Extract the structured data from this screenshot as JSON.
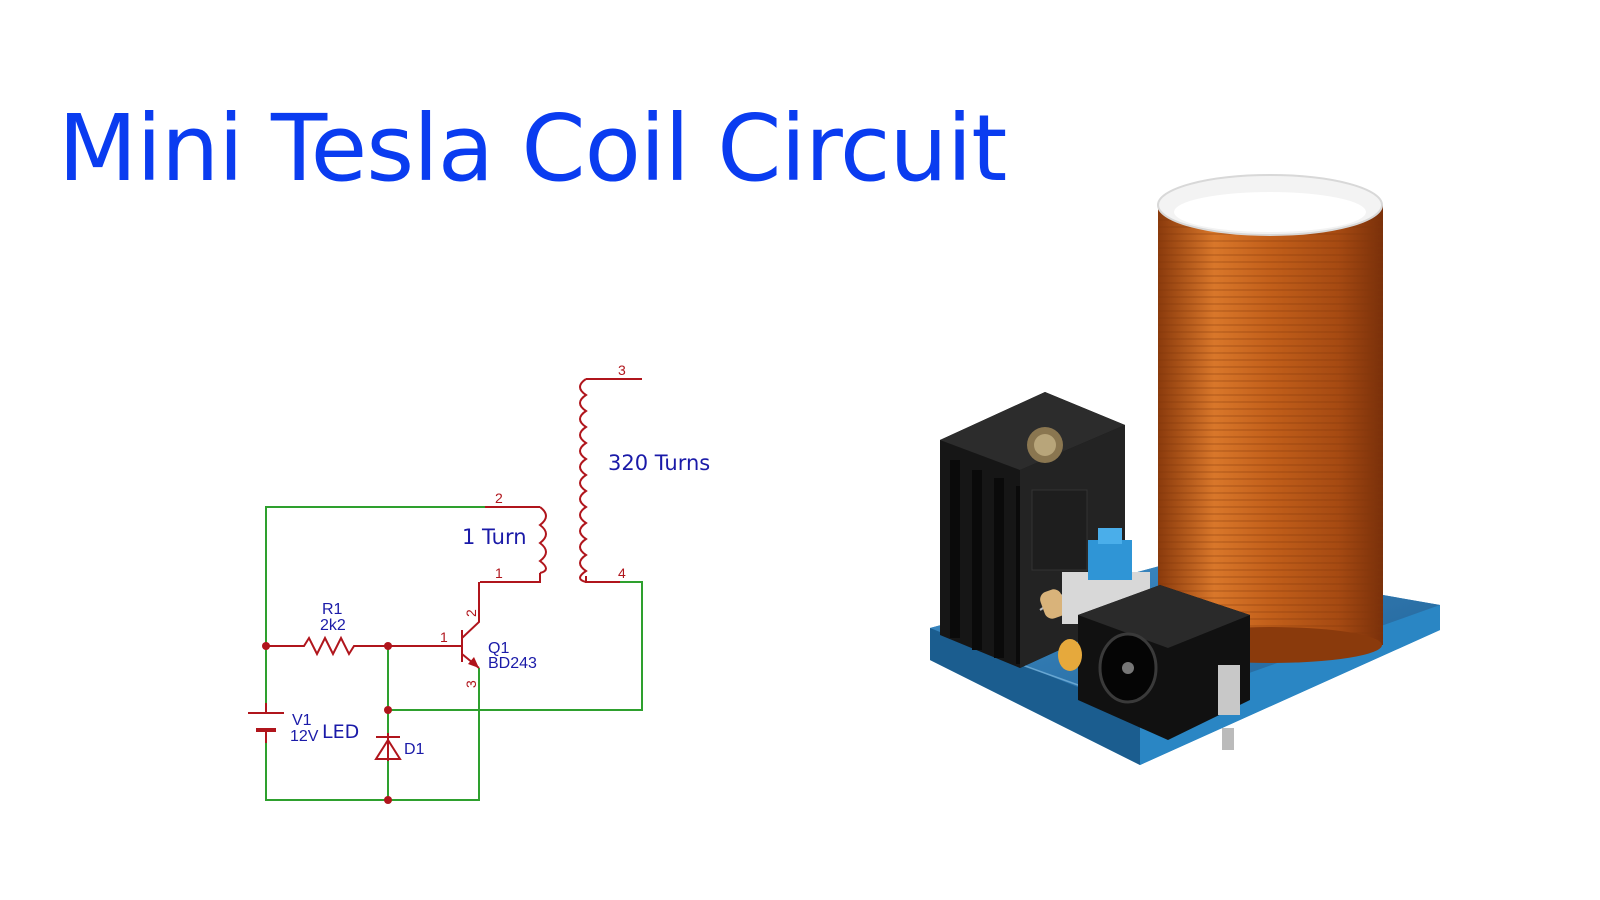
{
  "title": "Mini Tesla Coil Circuit",
  "colors": {
    "title": "#0a3cf0",
    "wire": "#2ea02e",
    "component": "#b0151c",
    "label": "#1a1aa8",
    "copper": "#c9611c",
    "pcb": "#2b73b0"
  },
  "schematic": {
    "secondary": {
      "turns_label": "320 Turns",
      "pin_top": "3",
      "pin_bottom": "4"
    },
    "primary": {
      "turns_label": "1 Turn",
      "pin_top": "2",
      "pin_bottom": "1"
    },
    "resistor": {
      "ref": "R1",
      "value": "2k2"
    },
    "transistor": {
      "ref": "Q1",
      "value": "BD243",
      "pin_base": "1",
      "pin_collector": "2",
      "pin_emitter": "3"
    },
    "battery": {
      "ref": "V1",
      "value": "12V"
    },
    "diode": {
      "ref": "D1",
      "label": "LED"
    }
  },
  "photo": {
    "icon": "tesla-coil-kit-icon"
  }
}
